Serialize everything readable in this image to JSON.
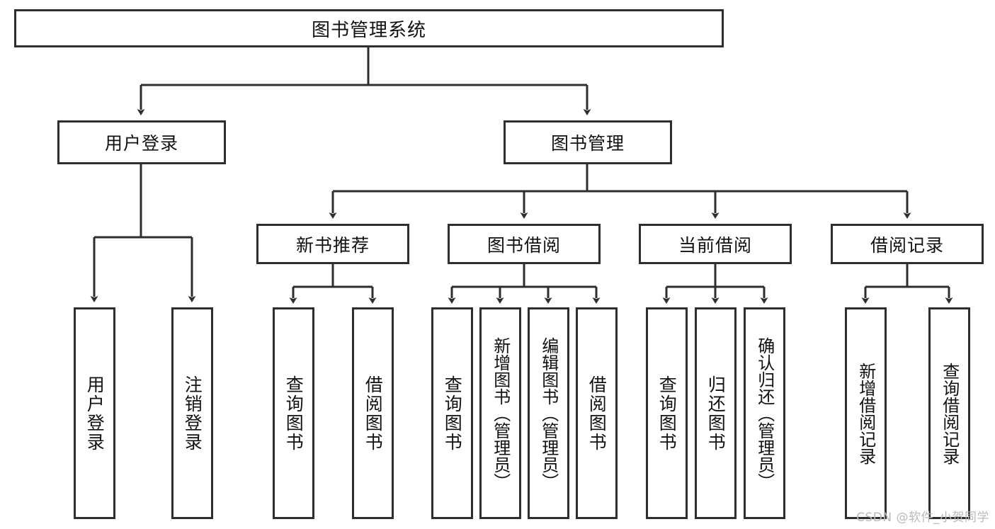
{
  "diagram": {
    "title": "图书管理系统",
    "type": "function-tree",
    "watermark": "CSDN @软件_小贺同学",
    "colors": {
      "box_border": "#2e2e2e",
      "box_fill": "#ffffff",
      "edge": "#2e2e2e",
      "text": "#111111",
      "watermark": "#b9b9b9"
    },
    "root": {
      "label": "图书管理系统"
    },
    "level2": [
      {
        "label": "用户登录"
      },
      {
        "label": "图书管理"
      }
    ],
    "level3": [
      {
        "label": "新书推荐"
      },
      {
        "label": "图书借阅"
      },
      {
        "label": "当前借阅"
      },
      {
        "label": "借阅记录"
      }
    ],
    "leaves": {
      "user_login": [
        {
          "label": "用户登录"
        },
        {
          "label": "注销登录"
        }
      ],
      "new_book": [
        {
          "label": "查询图书"
        },
        {
          "label": "借阅图书"
        }
      ],
      "book_borrow": [
        {
          "label": "查询图书"
        },
        {
          "label": "新增图书（管理员）"
        },
        {
          "label": "编辑图书（管理员）"
        },
        {
          "label": "借阅图书"
        }
      ],
      "current_borrow": [
        {
          "label": "查询图书"
        },
        {
          "label": "归还图书"
        },
        {
          "label": "确认归还（管理员）"
        }
      ],
      "borrow_record": [
        {
          "label": "新增借阅记录"
        },
        {
          "label": "查询借阅记录"
        }
      ]
    }
  }
}
